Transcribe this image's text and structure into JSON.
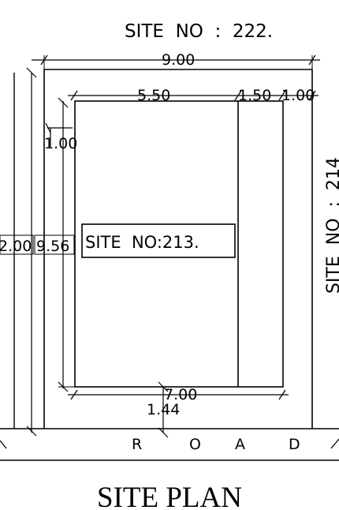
{
  "labels": {
    "north_site": "SITE  NO  :  222.",
    "east_site": "SITE  NO  :  214",
    "site_box": "SITE  NO:213.",
    "road": [
      "R",
      "O",
      "A",
      "D"
    ],
    "title": "SITE PLAN"
  },
  "dimensions": {
    "overall_width": "9.00",
    "built_width": "5.50",
    "side_strip": "1.50",
    "side_setback": "1.00",
    "top_setback": "1.00",
    "overall_depth": "2.00",
    "built_depth": "9.56",
    "bottom_width": "7.00",
    "front_setback": "1.44"
  }
}
